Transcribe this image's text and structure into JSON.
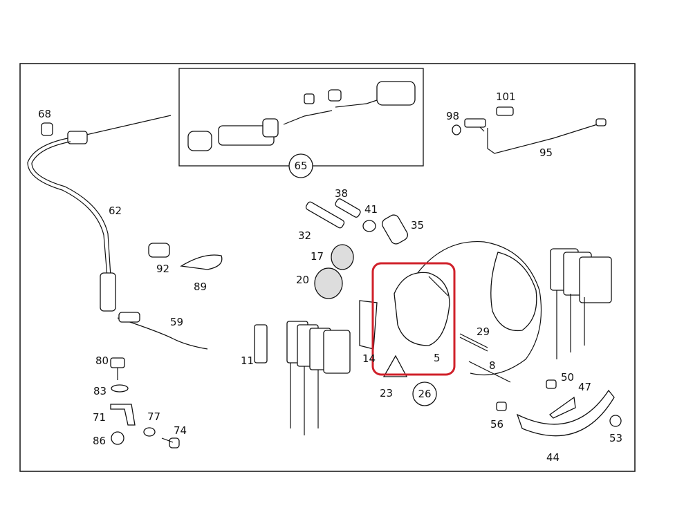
{
  "labels": {
    "p68": "68",
    "p62": "62",
    "p92": "92",
    "p89": "89",
    "p59": "59",
    "p80": "80",
    "p83": "83",
    "p71": "71",
    "p86": "86",
    "p77": "77",
    "p74": "74",
    "p65": "65",
    "p101": "101",
    "p98": "98",
    "p95": "95",
    "p38": "38",
    "p41": "41",
    "p35": "35",
    "p32": "32",
    "p17": "17",
    "p20": "20",
    "p11": "11",
    "p14": "14",
    "p5": "5",
    "p23": "23",
    "p26": "26",
    "p29": "29",
    "p8": "8",
    "p50": "50",
    "p47": "47",
    "p56": "56",
    "p53": "53",
    "p44": "44"
  },
  "highlight_color": "#d0202a"
}
